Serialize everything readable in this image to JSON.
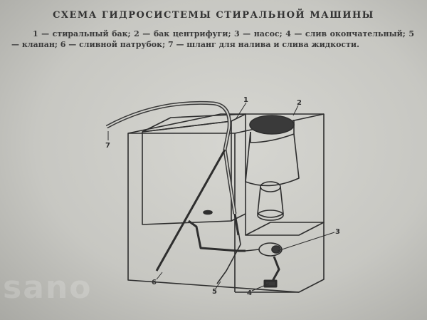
{
  "document": {
    "title": "СХЕМА ГИДРОСИСТЕМЫ СТИРАЛЬНОЙ МАШИНЫ",
    "caption": "1 — стиральный бак; 2 — бак центрифуги; 3 — насос; 4 — слив окончательный; 5 — клапан; 6 — сливной патрубок; 7 — шланг для налива и слива жидкости."
  },
  "diagram": {
    "labels": {
      "n1": "1",
      "n2": "2",
      "n3": "3",
      "n4": "4",
      "n5": "5",
      "n6": "6",
      "n7": "7"
    }
  },
  "watermark": "sano"
}
